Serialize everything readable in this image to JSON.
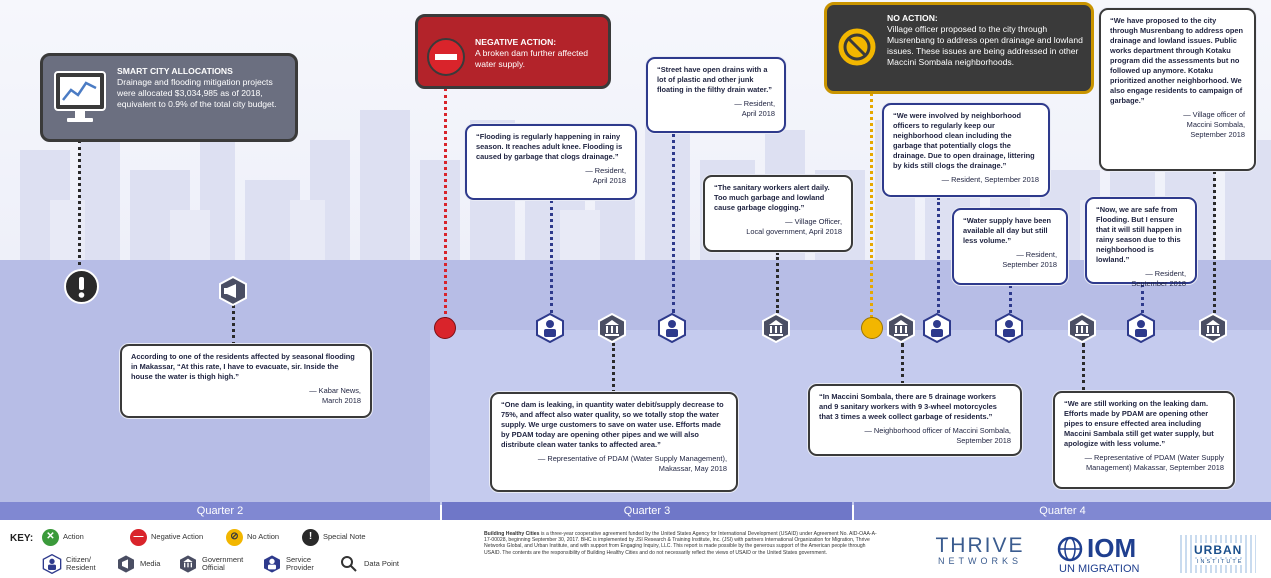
{
  "colors": {
    "navy": "#2e3a8c",
    "red": "#d9242b",
    "yellow": "#e6a800",
    "dark": "#3a3a3a",
    "slate": "#6b6f80"
  },
  "smart_city": {
    "title": "SMART CITY ALLOCATIONS",
    "text": "Drainage and flooding mitigation projects were allocated $3,034,985 as of 2018, equivalent to 0.9% of the total city budget.",
    "icon": "monitor-chart-icon"
  },
  "negative_action": {
    "title": "NEGATIVE ACTION:",
    "text": "A broken dam further affected water supply.",
    "icon": "no-entry-icon"
  },
  "no_action": {
    "title": "NO ACTION:",
    "text": "Village officer proposed to the city through Musrenbang to address open drainage and lowland issues. These issues are being addressed in other Maccini Sombala neighborhoods.",
    "icon": "prohibited-icon"
  },
  "quotes": {
    "kabar": {
      "text": "According to one of the residents affected by seasonal flooding in Makassar, “At this rate, I have to evacuate, sir. Inside the house the water is thigh high.”",
      "src1": "— Kabar News,",
      "src2": "March 2018"
    },
    "flood": {
      "text": "“Flooding is regularly happening in rainy season. It reaches adult knee. Flooding is caused by garbage that clogs drainage.”",
      "src1": "— Resident,",
      "src2": "April 2018"
    },
    "drains": {
      "text": "“Street have open drains with a lot of plastic and other junk floating in the filthy drain water.”",
      "src1": "— Resident,",
      "src2": "April 2018"
    },
    "sanitary": {
      "text": "“The sanitary workers alert daily. Too much garbage and lowland cause garbage clogging.”",
      "src1": "— Village Officer,",
      "src2": "Local government, April 2018"
    },
    "dam": {
      "text": "“One dam is leaking, in quantity water debit/supply decrease to 75%, and affect also water quality, so we totally stop the water supply. We urge customers to save on water use. Efforts made by PDAM today are opening other pipes and we will also distribute clean water tanks to affected area.”",
      "src1": "— Representative of PDAM (Water Supply Management),",
      "src2": "Makassar, May 2018"
    },
    "neighborhood": {
      "text": "“We were involved by neighborhood officers to regularly keep our neighborhood clean including the garbage that potentially clogs the drainage. Due to open drainage, littering by kids still clogs the drainage.”",
      "src1": "— Resident, September 2018",
      "src2": ""
    },
    "water_supply": {
      "text": "“Water supply have been available all day but still less volume.”",
      "src1": "— Resident,",
      "src2": "September 2018"
    },
    "workers": {
      "text": "“In Maccini Sombala, there are 5 drainage workers and 9 sanitary workers with 9 3-wheel motorcycles that 3 times a week collect garbage of residents.”",
      "src1": "— Neighborhood officer of Maccini Sombala,",
      "src2": "September 2018"
    },
    "safe": {
      "text": "“Now, we are safe from Flooding. But I ensure that it will still happen in rainy season due to this neighborhood is lowland.”",
      "src1": "— Resident,",
      "src2": "September 2018"
    },
    "musrenbang": {
      "text": "“We have proposed to the city through Musrenbang to address open drainage and lowland issues. Public works department through Kotaku program did the assessments but no followed up anymore. Kotaku prioritized another neighborhood. We also engage residents to campaign of garbage.”",
      "src1": "— Village officer of",
      "src2": "Maccini Sombala,",
      "src3": "September 2018"
    },
    "leaking": {
      "text": "“We are still working on the leaking dam. Efforts made by PDAM are opening other pipes to ensure effected area including Maccini Sambala still get water supply, but apologize with less volume.”",
      "src1": "— Representative of PDAM (Water Supply",
      "src2": "Management) Makassar, September 2018"
    }
  },
  "quarters": [
    "Quarter 2",
    "Quarter 3",
    "Quarter 4"
  ],
  "key": {
    "label": "KEY:",
    "items": [
      "Action",
      "Negative Action",
      "No Action",
      "Special Note",
      "Citizen/ Resident",
      "Media",
      "Government Official",
      "Service Provider",
      "Data Point"
    ]
  },
  "footer": {
    "bold": "Building Healthy Cities",
    "text": " is a three-year cooperative agreement funded by the United States Agency for International Development (USAID) under Agreement No. AID-OAA-A-17-00028, beginning September 30, 2017. BHC is implemented by JSI Research & Training Institute, Inc. (JSI) with partners International Organization for Migration, Thrive Networks Global, and Urban Institute, and with support from Engaging Inquiry, LLC. This report is made possible by the generous support of the American people through USAID. The contents are the responsibility of Building Healthy Cities and do not necessarily reflect the views of USAID or the United States government."
  },
  "logos": {
    "thrive_top": "THRIVE",
    "thrive_bottom": "NETWORKS",
    "iom_top": "IOM",
    "iom_bottom": "UN MIGRATION",
    "urban_top": "URBAN",
    "urban_bottom": "INSTITUTE"
  }
}
